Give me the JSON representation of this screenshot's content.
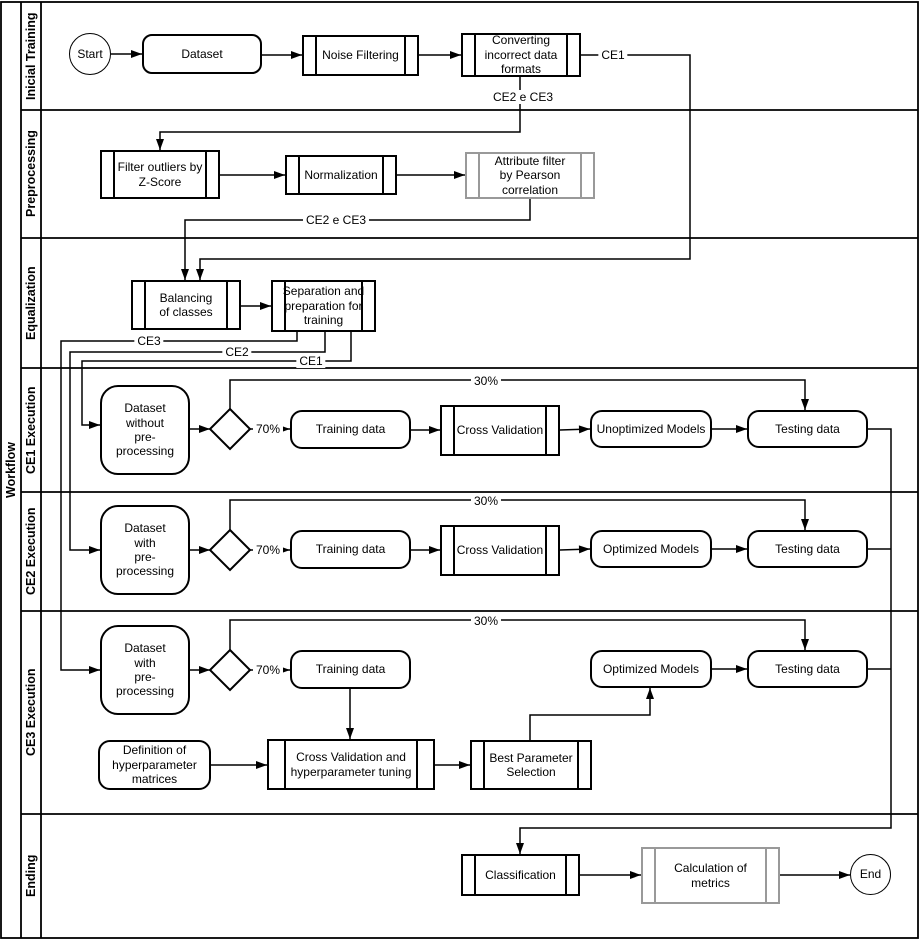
{
  "diagram": {
    "pool_label": "Workflow",
    "lanes": [
      "Inicial Training",
      "Preprocessing",
      "Equalization",
      "CE1 Execution",
      "CE2 Execution",
      "CE3 Execution",
      "Ending"
    ],
    "nodes": {
      "start": {
        "label": "Start"
      },
      "dataset": {
        "label": "Dataset"
      },
      "noise_filtering": {
        "label": "Noise Filtering"
      },
      "converting": {
        "label": "Converting\nincorrect data\nformats"
      },
      "filter_outliers": {
        "label": "Filter outliers by\nZ-Score"
      },
      "normalization": {
        "label": "Normalization"
      },
      "attribute_filter": {
        "label": "Attribute filter\nby Pearson\ncorrelation"
      },
      "balancing": {
        "label": "Balancing\nof classes"
      },
      "separation": {
        "label": "Separation and\npreparation for\ntraining"
      },
      "dataset_without": {
        "label": "Dataset\nwithout\npre-\nprocessing"
      },
      "dataset_with_ce2": {
        "label": "Dataset\nwith\npre-\nprocessing"
      },
      "dataset_with_ce3": {
        "label": "Dataset\nwith\npre-\nprocessing"
      },
      "training_ce1": {
        "label": "Training data"
      },
      "training_ce2": {
        "label": "Training data"
      },
      "training_ce3": {
        "label": "Training data"
      },
      "crossval_ce1": {
        "label": "Cross Validation"
      },
      "crossval_ce2": {
        "label": "Cross Validation"
      },
      "unoptimized_models": {
        "label": "Unoptimized Models"
      },
      "optimized_models_ce2": {
        "label": "Optimized Models"
      },
      "optimized_models_ce3": {
        "label": "Optimized Models"
      },
      "testing_ce1": {
        "label": "Testing data"
      },
      "testing_ce2": {
        "label": "Testing data"
      },
      "testing_ce3": {
        "label": "Testing data"
      },
      "definition_hyper": {
        "label": "Definition of\nhyperparameter\nmatrices"
      },
      "crossval_tuning": {
        "label": "Cross Validation and\nhyperparameter tuning"
      },
      "best_param": {
        "label": "Best Parameter\nSelection"
      },
      "classification": {
        "label": "Classification"
      },
      "calc_metrics": {
        "label": "Calculation of\nmetrics"
      },
      "end": {
        "label": "End"
      }
    },
    "edge_labels": {
      "ce1": "CE1",
      "ce2": "CE2",
      "ce3": "CE3",
      "ce2_e_ce3": "CE2 e CE3",
      "split_70": "70%",
      "split_30": "30%"
    },
    "colors": {
      "stroke": "#000000",
      "highlight_stroke": "#999999",
      "background": "#ffffff"
    }
  }
}
